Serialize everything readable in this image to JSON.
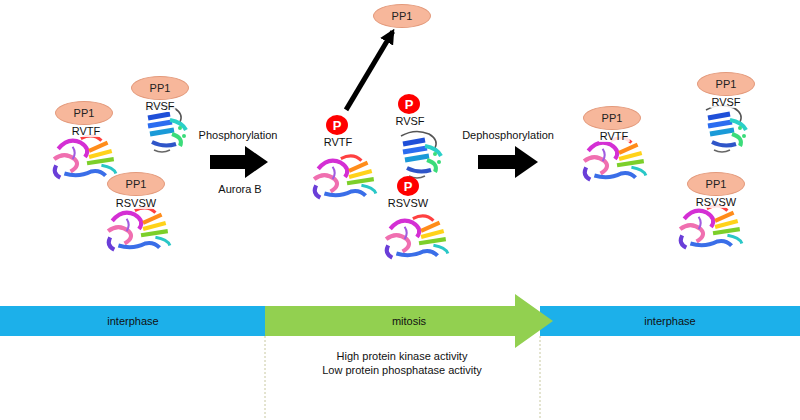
{
  "diagram": {
    "nodes": [
      {
        "text": [
          "PP1"
        ]
      },
      {
        "text": [
          "PP1"
        ]
      },
      {
        "text": [
          "PP1"
        ]
      },
      {
        "text": [
          "PP1"
        ]
      },
      {
        "text": [
          "P"
        ]
      },
      {
        "text": [
          "P"
        ]
      },
      {
        "text": [
          "P"
        ]
      },
      {
        "text": [
          "PP1"
        ]
      },
      {
        "text": [
          "PP1"
        ]
      },
      {
        "text": [
          "PP1"
        ]
      },
      {
        "text": [
          "interphase"
        ]
      },
      {
        "text": [
          "mitosis"
        ]
      },
      {
        "text": [
          "interphase"
        ]
      }
    ],
    "edges": [
      {
        "from": 4,
        "to": 3,
        "arrow": "to"
      }
    ],
    "labels": [
      "RVTF",
      "RVSF",
      "RSVSW",
      "Phosphorylation",
      "Aurora B",
      "RVTF",
      "RVSF",
      "RSVSW",
      "Dephosphorylation",
      "RVTF",
      "RVSF",
      "RSVSW",
      "High protein kinase activity",
      "Low protein phosphatase activity"
    ]
  }
}
